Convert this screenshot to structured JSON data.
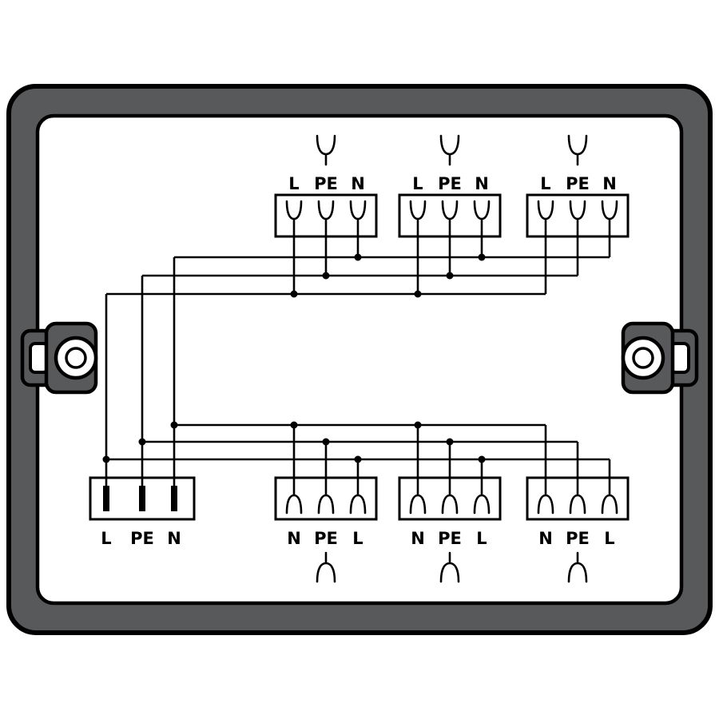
{
  "diagram": {
    "type": "distribution-box-wiring-diagram",
    "colors": {
      "frame": "#58595B",
      "outline": "#000000",
      "surface": "#FFFFFF",
      "wire": "#000000"
    },
    "buses": [
      "L",
      "PE",
      "N"
    ],
    "input": {
      "labels": [
        "L",
        "PE",
        "N"
      ]
    },
    "top_outputs": [
      {
        "labels": [
          "L",
          "PE",
          "N"
        ]
      },
      {
        "labels": [
          "L",
          "PE",
          "N"
        ]
      },
      {
        "labels": [
          "L",
          "PE",
          "N"
        ]
      }
    ],
    "bottom_outputs": [
      {
        "labels": [
          "N",
          "PE",
          "L"
        ]
      },
      {
        "labels": [
          "N",
          "PE",
          "L"
        ]
      },
      {
        "labels": [
          "N",
          "PE",
          "L"
        ]
      }
    ],
    "icons": {
      "plug_connector": "plug-connector-icon",
      "socket_contact": "socket-contact-icon",
      "flat_pin": "flat-pin-icon",
      "mounting_hole": "mounting-hole-icon"
    }
  }
}
